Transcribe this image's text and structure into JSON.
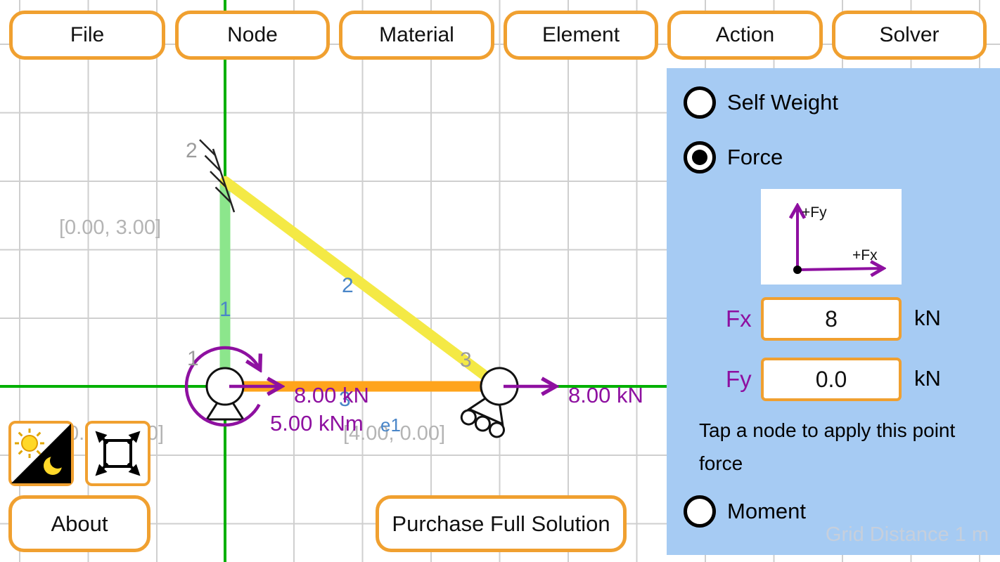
{
  "menu": {
    "items": [
      {
        "label": "File"
      },
      {
        "label": "Node"
      },
      {
        "label": "Material"
      },
      {
        "label": "Element"
      },
      {
        "label": "Action"
      },
      {
        "label": "Solver"
      }
    ]
  },
  "canvas": {
    "nodes": [
      {
        "id": "1",
        "coord": "[0.00, 0.00]"
      },
      {
        "id": "2",
        "coord": "[0.00, 3.00]"
      },
      {
        "id": "3",
        "coord": "[4.00, 0.00]"
      }
    ],
    "elements": [
      {
        "label": "1"
      },
      {
        "label": "2"
      },
      {
        "label": "3"
      }
    ],
    "load_tag": "e1",
    "forces": [
      {
        "label": "8.00 kN"
      },
      {
        "label": "8.00 kN"
      }
    ],
    "moment": {
      "label": "5.00 kNm"
    }
  },
  "panel": {
    "options": [
      {
        "label": "Self Weight",
        "selected": false
      },
      {
        "label": "Force",
        "selected": true
      },
      {
        "label": "Moment",
        "selected": false
      }
    ],
    "axis_diagram": {
      "fy_label": "+Fy",
      "fx_label": "+Fx"
    },
    "fields": [
      {
        "label": "Fx",
        "value": "8",
        "unit": "kN"
      },
      {
        "label": "Fy",
        "value": "0.0",
        "unit": "kN"
      }
    ],
    "hint": "Tap a node to apply this point force",
    "grid_distance": "Grid Distance  1 m"
  },
  "footer": {
    "about_label": "About",
    "purchase_label": "Purchase Full Solution"
  },
  "icons": [
    "theme-toggle-icon",
    "fullscreen-icon"
  ],
  "colors": {
    "accent_orange": "#f0a030",
    "panel_blue": "#a6cbf3",
    "axis_green": "#00b000",
    "member_green": "#8ce68c",
    "member_yellow": "#f4e945",
    "member_orange": "#ffa41c",
    "force_purple": "#8e10a0",
    "element_label_blue": "#4a86c8",
    "node_label_gray": "#9b9b9b",
    "grid_gray": "#cfcfcf"
  }
}
